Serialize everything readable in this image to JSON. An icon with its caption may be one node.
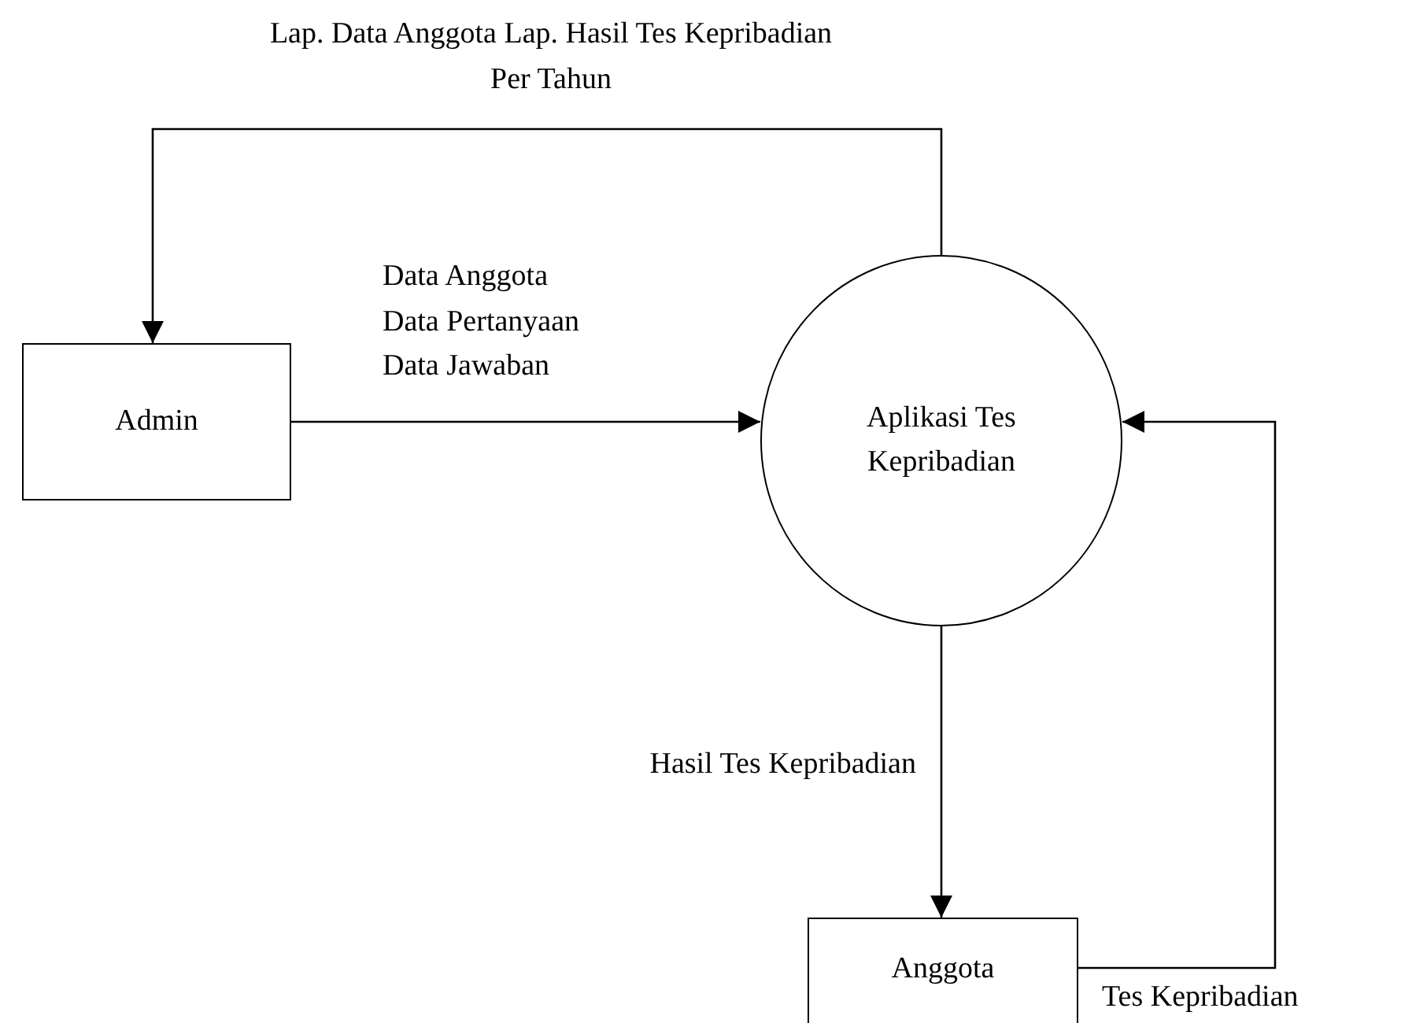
{
  "diagram": {
    "nodes": [
      {
        "text": [
          "Admin"
        ]
      },
      {
        "text": [
          "Aplikasi Tes Kepribadian"
        ]
      },
      {
        "text": [
          "Anggota"
        ]
      }
    ],
    "edges": [
      {
        "from": 1,
        "to": 0,
        "arrow": "to",
        "label": "Lap. Data Anggota Lap. Hasil Tes Kepribadian Per Tahun"
      },
      {
        "from": 0,
        "to": 1,
        "arrow": "to",
        "label": "Data Anggota Data Pertanyaan Data Jawaban"
      },
      {
        "from": 1,
        "to": 2,
        "arrow": "to",
        "label": "Hasil Tes Kepribadian"
      },
      {
        "from": 2,
        "to": 1,
        "arrow": "to",
        "label": "Tes Kepribadian"
      }
    ]
  }
}
